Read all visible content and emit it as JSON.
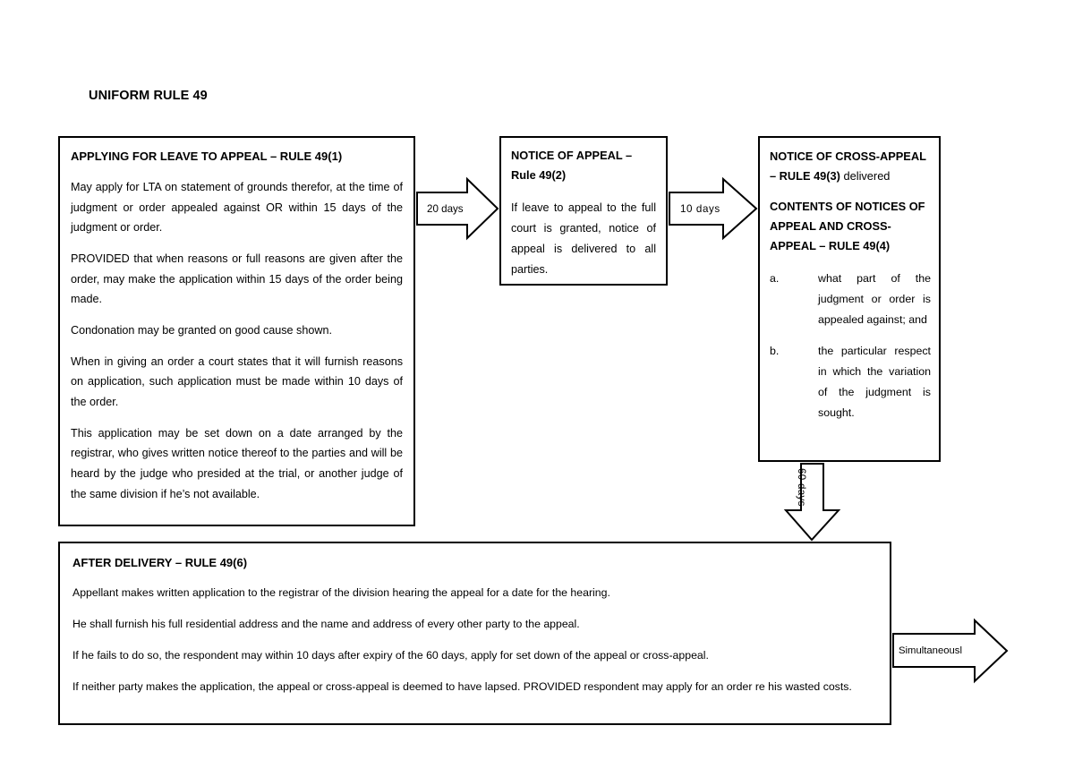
{
  "document": {
    "title": "UNIFORM RULE 49"
  },
  "boxes": {
    "lta": {
      "heading": "APPLYING FOR LEAVE TO APPEAL – RULE 49(1)",
      "paragraphs": [
        "May apply for LTA on statement of grounds therefor, at the time of judgment or order appealed against  OR within 15 days of the judgment or order.",
        "PROVIDED that when reasons or full reasons are given after the order, may make the application within 15 days of the order being made.",
        "Condonation may be granted on good cause shown.",
        "When in giving an order a court states that it will furnish reasons on application, such application must be made within 10 days of the order.",
        "This application may be set down on a date arranged by the registrar, who gives written notice thereof to the parties and will be heard by the judge who presided at the trial, or another judge of the same division if he’s not available."
      ]
    },
    "notice_of_appeal": {
      "heading": "NOTICE OF APPEAL – Rule 49(2)",
      "paragraphs": [
        "If leave to appeal to the full court is granted, notice of appeal is delivered to all parties."
      ]
    },
    "cross_appeal": {
      "heading_1_bold": "NOTICE OF CROSS-APPEAL – RULE 49(3)",
      "heading_1_regular": " delivered",
      "heading_2": "CONTENTS OF NOTICES OF APPEAL AND CROSS-APPEAL – RULE 49(4)",
      "list": [
        {
          "marker": "a.",
          "text": "what part of the judgment or order is appealed against; and"
        },
        {
          "marker": "b.",
          "text": "the particular respect in which the variation of the judgment is sought."
        }
      ]
    },
    "after_delivery": {
      "heading": "AFTER DELIVERY – RULE 49(6)",
      "paragraphs": [
        "Appellant makes written application to the registrar of the division hearing the appeal for a date for the hearing.",
        "He shall furnish his full residential address and the name and address of every other party to the appeal.",
        "If he fails to do so, the respondent may within 10 days after expiry of the 60 days, apply for set down of the appeal or cross-appeal.",
        "If neither party makes the application, the appeal or cross-appeal is deemed to have lapsed. PROVIDED respondent may apply for an order re his wasted costs."
      ]
    }
  },
  "arrows": {
    "lta_to_notice": {
      "label": "20 days",
      "direction": "right"
    },
    "notice_to_cross": {
      "label": "10  days",
      "direction": "right"
    },
    "cross_to_after": {
      "label": "60 days",
      "direction": "down"
    },
    "after_to_next": {
      "label": "Simultaneousl",
      "direction": "right"
    }
  },
  "colors": {
    "stroke": "#000000",
    "fill": "#ffffff",
    "text": "#000000"
  }
}
